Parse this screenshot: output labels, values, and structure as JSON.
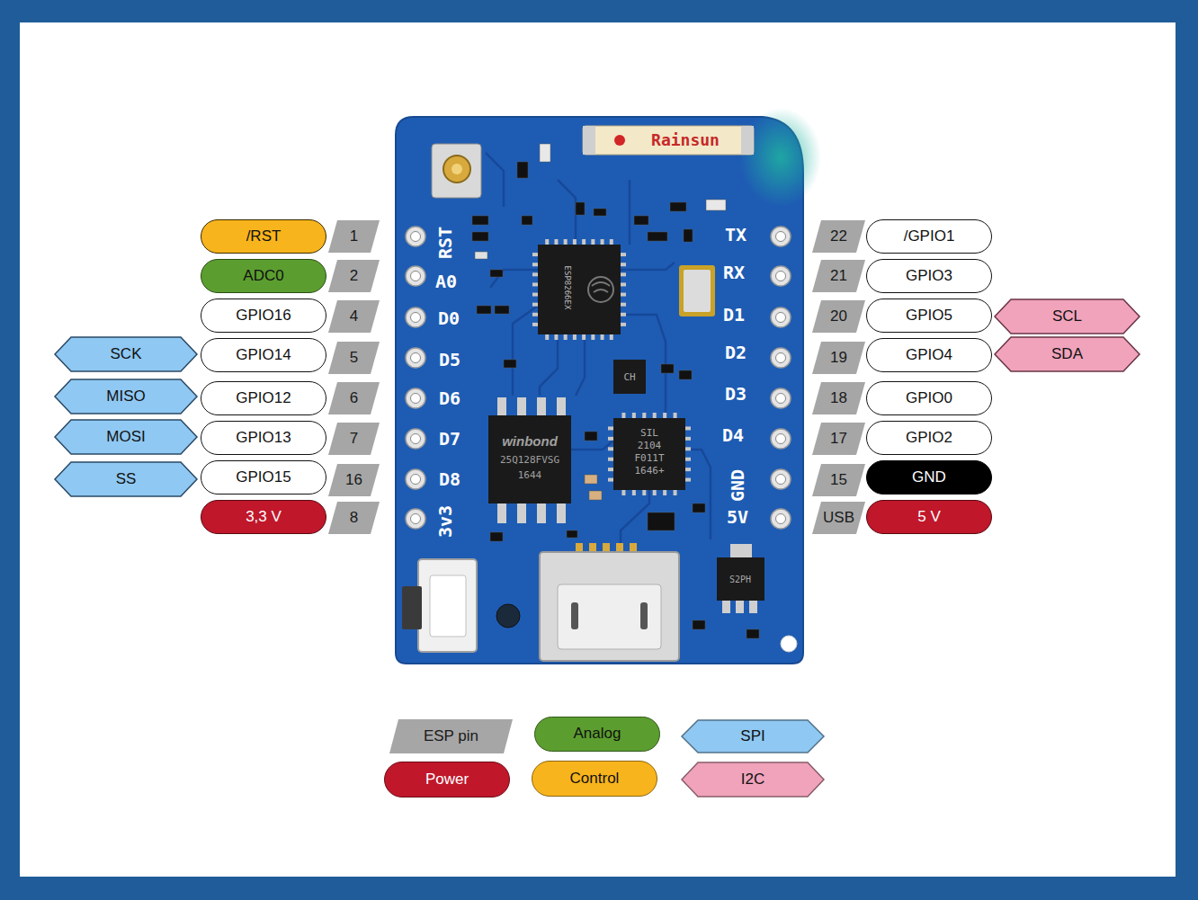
{
  "diagram": {
    "nodes": [
      {
        "text": [
          "/RST"
        ]
      },
      {
        "text": [
          "1"
        ]
      },
      {
        "text": [
          "22"
        ]
      },
      {
        "text": [
          "/GPIO1"
        ]
      },
      {
        "text": [
          "ADC0"
        ]
      },
      {
        "text": [
          "2"
        ]
      },
      {
        "text": [
          "21"
        ]
      },
      {
        "text": [
          "GPIO3"
        ]
      },
      {
        "text": [
          "GPIO16"
        ]
      },
      {
        "text": [
          "4"
        ]
      },
      {
        "text": [
          "20"
        ]
      },
      {
        "text": [
          "GPIO5"
        ]
      },
      {
        "text": [
          "SCL"
        ]
      },
      {
        "text": [
          "SCK"
        ]
      },
      {
        "text": [
          "GPIO14"
        ]
      },
      {
        "text": [
          "5"
        ]
      },
      {
        "text": [
          "19"
        ]
      },
      {
        "text": [
          "GPIO4"
        ]
      },
      {
        "text": [
          "SDA"
        ]
      },
      {
        "text": [
          "MISO"
        ]
      },
      {
        "text": [
          "GPIO12"
        ]
      },
      {
        "text": [
          "6"
        ]
      },
      {
        "text": [
          "18"
        ]
      },
      {
        "text": [
          "GPIO0"
        ]
      },
      {
        "text": [
          "MOSI"
        ]
      },
      {
        "text": [
          "GPIO13"
        ]
      },
      {
        "text": [
          "7"
        ]
      },
      {
        "text": [
          "17"
        ]
      },
      {
        "text": [
          "GPIO2"
        ]
      },
      {
        "text": [
          "SS"
        ]
      },
      {
        "text": [
          "GPIO15"
        ]
      },
      {
        "text": [
          "16"
        ]
      },
      {
        "text": [
          "15"
        ]
      },
      {
        "text": [
          "GND"
        ]
      },
      {
        "text": [
          "3,3 V"
        ]
      },
      {
        "text": [
          "8"
        ]
      },
      {
        "text": [
          "USB"
        ]
      },
      {
        "text": [
          "5 V"
        ]
      }
    ],
    "labels": [
      "RST",
      "A0",
      "D0",
      "D5",
      "D6",
      "D7",
      "D8",
      "3v3",
      "TX",
      "RX",
      "D1",
      "D2",
      "D3",
      "D4",
      "GND",
      "5V",
      "Rainsun",
      "ESP8266EX",
      "winbond",
      "25Q128FVSG",
      "1644",
      "SIL",
      "2104",
      "F011T",
      "1646+",
      "CH",
      "S2PH"
    ],
    "legend": [
      {
        "text": "ESP pin",
        "color": "#a6a6a6"
      },
      {
        "text": "Analog",
        "color": "#5b9e2f"
      },
      {
        "text": "SPI",
        "color": "#8fc8f2"
      },
      {
        "text": "Power",
        "color": "#c0172b"
      },
      {
        "text": "Control",
        "color": "#f8b41c"
      },
      {
        "text": "I2C",
        "color": "#f0a3bb"
      }
    ]
  }
}
